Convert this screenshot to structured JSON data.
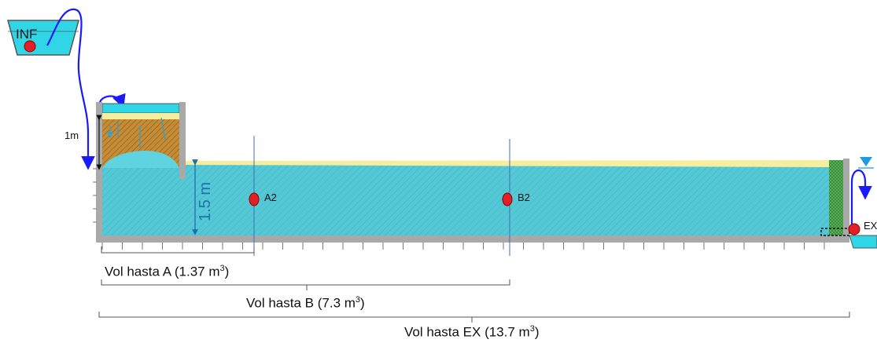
{
  "labels": {
    "inf": "INF",
    "filter_height": "1m",
    "depth": "1.5 m",
    "a2": "A2",
    "b2": "B2",
    "ex": "EX"
  },
  "volumes": {
    "a": {
      "text": "Vol hasta A  (1.37 m",
      "unit_sup": "3",
      "close": ")"
    },
    "b": {
      "text": "Vol hasta B (7.3 m",
      "unit_sup": "3",
      "close": ")"
    },
    "ex": {
      "text": "Vol hasta EX (13.7 m",
      "unit_sup": "3",
      "close": ")"
    }
  },
  "colors": {
    "water": "#4ec7d6",
    "water_light": "#5fd3df",
    "inflow_water": "#2fd7e6",
    "sand": "#c8903a",
    "topsoil": "#f4ee9e",
    "wall": "#a9a9a9",
    "pipe": "#1a1aff",
    "sample_point": "#e41e26",
    "guide_line": "#3f6fb5",
    "outlet_marker": "#1e9be0",
    "filter_column": "#4caf50"
  },
  "icons": {
    "water_level": "triangle-down-icon",
    "sample": "red-dot-icon"
  }
}
